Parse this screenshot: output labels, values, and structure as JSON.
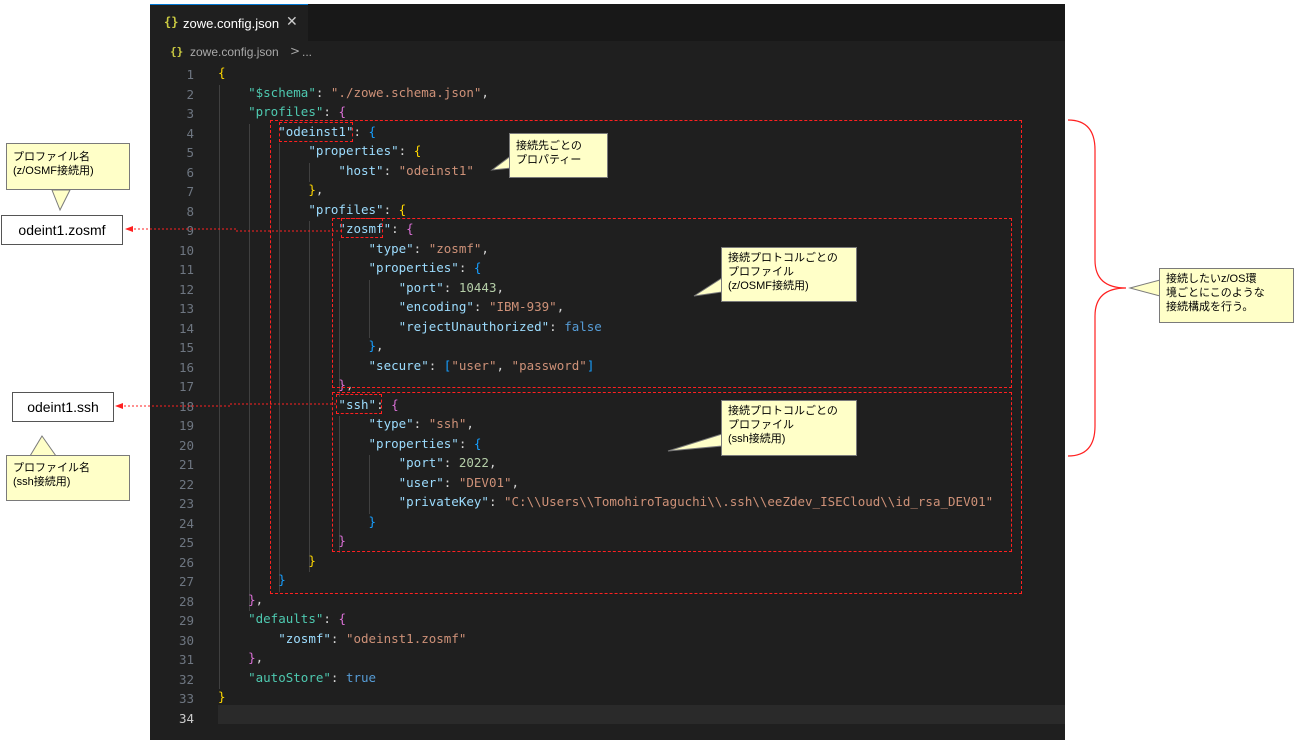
{
  "tab": {
    "icon": "{}",
    "title": "zowe.config.json",
    "close": "✕"
  },
  "breadcrumb": {
    "icon": "{}",
    "file": "zowe.config.json",
    "separator": ">",
    "more": "..."
  },
  "line_numbers": [
    "1",
    "2",
    "3",
    "4",
    "5",
    "6",
    "7",
    "8",
    "9",
    "10",
    "11",
    "12",
    "13",
    "14",
    "15",
    "16",
    "17",
    "18",
    "19",
    "20",
    "21",
    "22",
    "23",
    "24",
    "25",
    "26",
    "27",
    "28",
    "29",
    "30",
    "31",
    "32",
    "33",
    "34"
  ],
  "code_lines": [
    [
      [
        "{",
        "g1"
      ]
    ],
    [
      [
        "    ",
        ""
      ],
      [
        "\"$schema\"",
        "kg"
      ],
      [
        ": ",
        "p"
      ],
      [
        "\"./zowe.schema.json\"",
        "s"
      ],
      [
        ",",
        "p"
      ]
    ],
    [
      [
        "    ",
        ""
      ],
      [
        "\"profiles\"",
        "kg"
      ],
      [
        ": ",
        "p"
      ],
      [
        "{",
        "g2"
      ]
    ],
    [
      [
        "        ",
        ""
      ],
      [
        "\"odeinst1\"",
        "k"
      ],
      [
        ": ",
        "p"
      ],
      [
        "{",
        "g3"
      ]
    ],
    [
      [
        "            ",
        ""
      ],
      [
        "\"properties\"",
        "k"
      ],
      [
        ": ",
        "p"
      ],
      [
        "{",
        "g1"
      ]
    ],
    [
      [
        "                ",
        ""
      ],
      [
        "\"host\"",
        "k"
      ],
      [
        ": ",
        "p"
      ],
      [
        "\"odeinst1\"",
        "s"
      ]
    ],
    [
      [
        "            ",
        ""
      ],
      [
        "}",
        "g1"
      ],
      [
        ",",
        "p"
      ]
    ],
    [
      [
        "            ",
        ""
      ],
      [
        "\"profiles\"",
        "k"
      ],
      [
        ": ",
        "p"
      ],
      [
        "{",
        "g1"
      ]
    ],
    [
      [
        "                ",
        ""
      ],
      [
        "\"zosmf\"",
        "k"
      ],
      [
        ": ",
        "p"
      ],
      [
        "{",
        "g2"
      ]
    ],
    [
      [
        "                    ",
        ""
      ],
      [
        "\"type\"",
        "k"
      ],
      [
        ": ",
        "p"
      ],
      [
        "\"zosmf\"",
        "s"
      ],
      [
        ",",
        "p"
      ]
    ],
    [
      [
        "                    ",
        ""
      ],
      [
        "\"properties\"",
        "k"
      ],
      [
        ": ",
        "p"
      ],
      [
        "{",
        "g3"
      ]
    ],
    [
      [
        "                        ",
        ""
      ],
      [
        "\"port\"",
        "k"
      ],
      [
        ": ",
        "p"
      ],
      [
        "10443",
        "n"
      ],
      [
        ",",
        "p"
      ]
    ],
    [
      [
        "                        ",
        ""
      ],
      [
        "\"encoding\"",
        "k"
      ],
      [
        ": ",
        "p"
      ],
      [
        "\"IBM-939\"",
        "s"
      ],
      [
        ",",
        "p"
      ]
    ],
    [
      [
        "                        ",
        ""
      ],
      [
        "\"rejectUnauthorized\"",
        "k"
      ],
      [
        ": ",
        "p"
      ],
      [
        "false",
        "b"
      ]
    ],
    [
      [
        "                    ",
        ""
      ],
      [
        "}",
        "g3"
      ],
      [
        ",",
        "p"
      ]
    ],
    [
      [
        "                    ",
        ""
      ],
      [
        "\"secure\"",
        "k"
      ],
      [
        ": ",
        "p"
      ],
      [
        "[",
        "g3"
      ],
      [
        "\"user\"",
        "s"
      ],
      [
        ", ",
        "p"
      ],
      [
        "\"password\"",
        "s"
      ],
      [
        "]",
        "g3"
      ]
    ],
    [
      [
        "                ",
        ""
      ],
      [
        "}",
        "g2"
      ],
      [
        ",",
        "p"
      ]
    ],
    [
      [
        "                ",
        ""
      ],
      [
        "\"ssh\"",
        "k"
      ],
      [
        ": ",
        "p"
      ],
      [
        "{",
        "g2"
      ]
    ],
    [
      [
        "                    ",
        ""
      ],
      [
        "\"type\"",
        "k"
      ],
      [
        ": ",
        "p"
      ],
      [
        "\"ssh\"",
        "s"
      ],
      [
        ",",
        "p"
      ]
    ],
    [
      [
        "                    ",
        ""
      ],
      [
        "\"properties\"",
        "k"
      ],
      [
        ": ",
        "p"
      ],
      [
        "{",
        "g3"
      ]
    ],
    [
      [
        "                        ",
        ""
      ],
      [
        "\"port\"",
        "k"
      ],
      [
        ": ",
        "p"
      ],
      [
        "2022",
        "n"
      ],
      [
        ",",
        "p"
      ]
    ],
    [
      [
        "                        ",
        ""
      ],
      [
        "\"user\"",
        "k"
      ],
      [
        ": ",
        "p"
      ],
      [
        "\"DEV01\"",
        "s"
      ],
      [
        ",",
        "p"
      ]
    ],
    [
      [
        "                        ",
        ""
      ],
      [
        "\"privateKey\"",
        "k"
      ],
      [
        ": ",
        "p"
      ],
      [
        "\"C:\\\\Users\\\\TomohiroTaguchi\\\\.ssh\\\\eeZdev_ISECloud\\\\id_rsa_DEV01\"",
        "s"
      ]
    ],
    [
      [
        "                    ",
        ""
      ],
      [
        "}",
        "g3"
      ]
    ],
    [
      [
        "                ",
        ""
      ],
      [
        "}",
        "g2"
      ]
    ],
    [
      [
        "            ",
        ""
      ],
      [
        "}",
        "g1"
      ]
    ],
    [
      [
        "        ",
        ""
      ],
      [
        "}",
        "g3"
      ]
    ],
    [
      [
        "    ",
        ""
      ],
      [
        "}",
        "g2"
      ],
      [
        ",",
        "p"
      ]
    ],
    [
      [
        "    ",
        ""
      ],
      [
        "\"defaults\"",
        "kg"
      ],
      [
        ": ",
        "p"
      ],
      [
        "{",
        "g2"
      ]
    ],
    [
      [
        "        ",
        ""
      ],
      [
        "\"zosmf\"",
        "k"
      ],
      [
        ": ",
        "p"
      ],
      [
        "\"odeinst1.zosmf\"",
        "s"
      ]
    ],
    [
      [
        "    ",
        ""
      ],
      [
        "}",
        "g2"
      ],
      [
        ",",
        "p"
      ]
    ],
    [
      [
        "    ",
        ""
      ],
      [
        "\"autoStore\"",
        "kg"
      ],
      [
        ": ",
        "p"
      ],
      [
        "true",
        "b"
      ]
    ],
    [
      [
        "}",
        "g1"
      ]
    ],
    []
  ],
  "annotations": {
    "connection_properties_note": "接続先ごとの\nプロパティー",
    "zosmf_protocol_note": "接続プロトコルごとの\nプロファイル\n(z/OSMF接続用)",
    "ssh_protocol_note": "接続プロトコルごとの\nプロファイル\n(ssh接続用)",
    "environment_note": "接続したいz/OS環\n境ごとにこのような\n接続構成を行う。",
    "profile_name_zosmf_note": "プロファイル名\n(z/OSMF接続用)",
    "profile_name_ssh_note": "プロファイル名\n(ssh接続用)",
    "zosmf_profile_label": "odeint1.zosmf",
    "ssh_profile_label": "odeint1.ssh"
  },
  "colors": {
    "editor_bg": "#1f1f1f",
    "annotation_red": "#ff2020",
    "note_bg": "#ffffc8",
    "brace_yellow": "#ffd700",
    "brace_purple": "#da70d6",
    "brace_blue": "#179fff"
  }
}
